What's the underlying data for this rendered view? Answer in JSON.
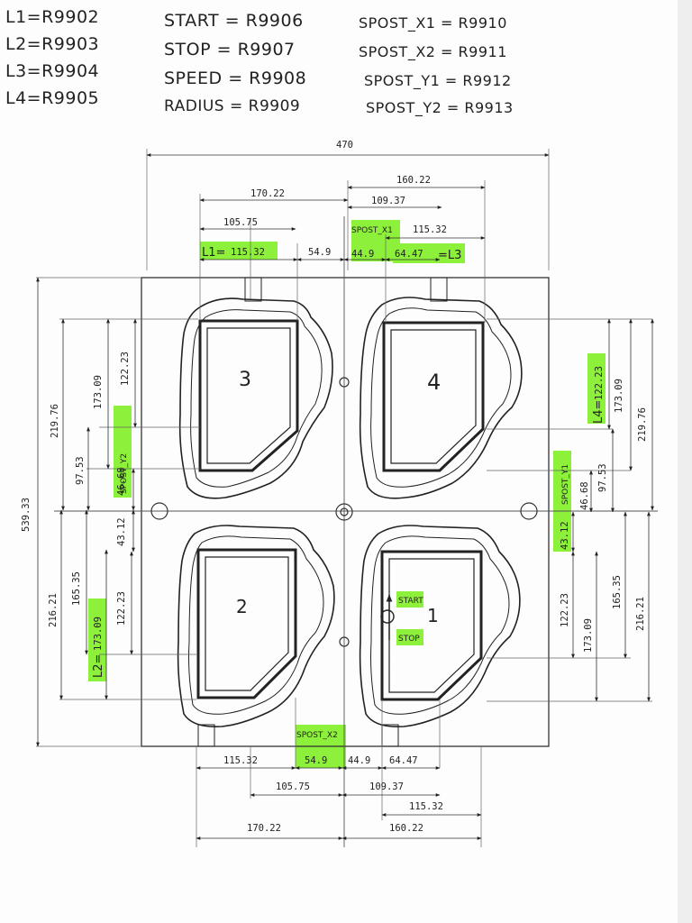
{
  "notes": {
    "left": [
      "L1=R9902",
      "L2=R9903",
      "L3=R9904",
      "L4=R9905"
    ],
    "middle": [
      "START = R9906",
      "STOP = R9907",
      "SPEED = R9908",
      "RADIUS = R9909"
    ],
    "right": [
      "SPOST_X1 = R9910",
      "SPOST_X2 = R9911",
      "SPOST_Y1 = R9912",
      "SPOST_Y2 = R9913"
    ]
  },
  "dimensions": {
    "total_width": "470",
    "top_left_170": "170.22",
    "top_right_160": "160.22",
    "top_109": "109.37",
    "top_105": "105.75",
    "top_115_right": "115.32",
    "top_115_left": "115.32",
    "top_549": "54.9",
    "top_449": "44.9",
    "top_6447": "64.47",
    "total_height": "539.33",
    "left_219": "219.76",
    "left_173": "173.09",
    "left_122_top": "122.23",
    "left_9753": "97.53",
    "left_4668": "46.68",
    "left_4312": "43.12",
    "left_165": "165.35",
    "left_216": "216.21",
    "left_122_bot": "122.23",
    "left_173_bot": "173.09",
    "right_122_top": "122.23",
    "right_173_top": "173.09",
    "right_219": "219.76",
    "right_9753": "97.53",
    "right_4668": "46.68",
    "right_4312": "43.12",
    "right_122_bot": "122.23",
    "right_173_bot": "173.09",
    "right_165": "165.35",
    "right_216": "216.21",
    "bot_115_left": "115.32",
    "bot_549": "54.9",
    "bot_449": "44.9",
    "bot_6447": "64.47",
    "bot_105": "105.75",
    "bot_109": "109.37",
    "bot_115_right": "115.32",
    "bot_170": "170.22",
    "bot_160": "160.22"
  },
  "annotations": {
    "l1": "L1=",
    "l3": "=L3",
    "l2": "L2=",
    "l4": "L4=",
    "spost_x1": "SPOST_X1",
    "spost_x2": "SPOST_X2",
    "spost_y1": "SPOST_Y1",
    "spost_y2": "SPOST_Y2",
    "start": "START",
    "stop": "STOP"
  },
  "cavity_labels": [
    "1",
    "2",
    "3",
    "4"
  ],
  "colors": {
    "highlight": "#8df03a",
    "ink": "#222222",
    "paper": "#fdfdfd"
  }
}
